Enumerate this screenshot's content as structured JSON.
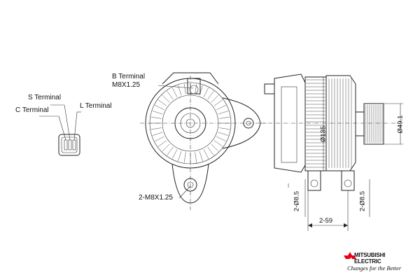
{
  "labels": {
    "b_terminal": "B Terminal",
    "b_terminal_thread": "M8X1.25",
    "s_terminal": "S Terminal",
    "c_terminal": "C Terminal",
    "l_terminal": "L Terminal",
    "mount_thread": "2-M8X1.25"
  },
  "dimensions": {
    "housing_diameter": "Ø135",
    "pulley_diameter": "Ø49.1",
    "left_hole": "2-Ø8.5",
    "right_hole": "2-Ø8.5",
    "mount_span": "2-59"
  },
  "brand": {
    "name_line1": "MITSUBISHI",
    "name_line2": "ELECTRIC",
    "tagline": "Changes for the Better",
    "logo_color": "#e60012"
  }
}
